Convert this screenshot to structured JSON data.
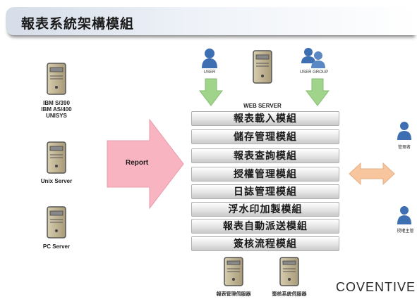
{
  "title": "報表系統架構模組",
  "servers_left": [
    {
      "label": "IBM S/390\nIBM AS/400\nUNISYS"
    },
    {
      "label": "Unix Server"
    },
    {
      "label": "PC Server"
    }
  ],
  "arrow_label": "Report",
  "top": {
    "user": "USER",
    "web_server": "WEB SERVER",
    "user_group": "USER GROUP"
  },
  "modules": [
    "報表載入模組",
    "儲存管理模組",
    "報表查詢模組",
    "授權管理模組",
    "日誌管理模組",
    "浮水印加製模組",
    "報表自動派送模組",
    "簽核流程模組"
  ],
  "bottom_servers": [
    {
      "label": "報表管理伺服器"
    },
    {
      "label": "簽核系統伺服器"
    }
  ],
  "right_people": [
    {
      "label": "管理者"
    },
    {
      "label": "授權主管"
    }
  ],
  "logo": "COVENTIVE",
  "colors": {
    "report_arrow": "#f9b4c2",
    "down_arrow": "#9fd48a",
    "double_arrow": "#f7c69e",
    "person": "#3d6fb2"
  }
}
